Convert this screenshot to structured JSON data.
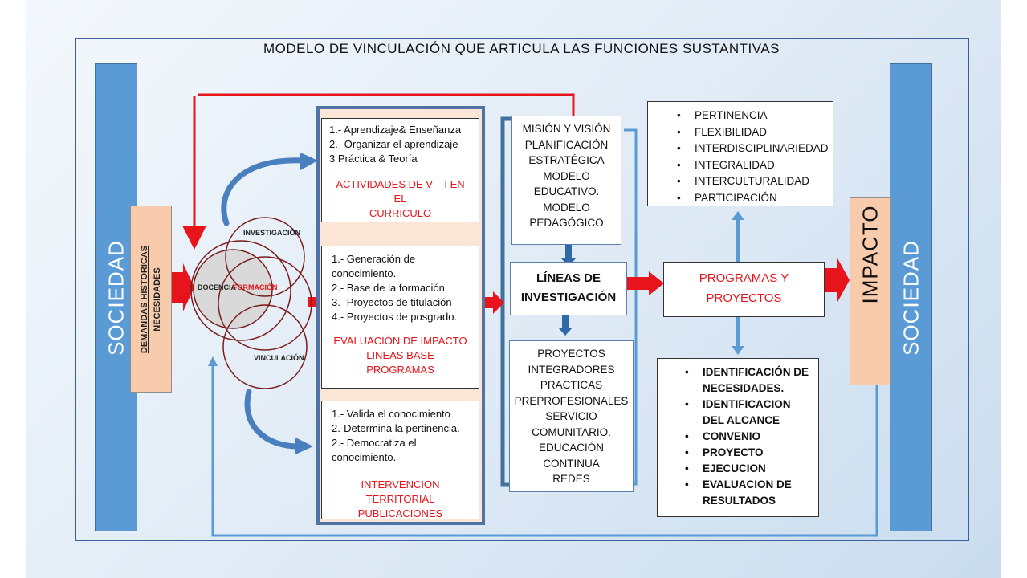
{
  "title": "MODELO DE VINCULACIÓN QUE ARTICULA LAS FUNCIONES SUSTANTIVAS",
  "left_sidebar": "SOCIEDAD",
  "right_sidebar": "SOCIEDAD",
  "demandas": [
    "DEMANDAS  HISTORICAS",
    "NECESIDADES"
  ],
  "circles": {
    "investigacion": "INVESTIGACIÓN",
    "docencia": "DOCENCIA",
    "formacion": "FORMACIÓN",
    "vinculacion": "VINCULACIÓN"
  },
  "box_actividades": {
    "items": [
      "1.- Aprendizaje& Enseñanza",
      "2.- Organizar el aprendizaje",
      "3 Práctica & Teoría"
    ],
    "red": [
      "ACTIVIDADES DE V – I  EN EL",
      "CURRICULO"
    ]
  },
  "box_evaluacion": {
    "items": [
      "1.- Generación de",
      "conocimiento.",
      "2.- Base de la formación",
      "3.- Proyectos de titulación",
      "4.- Proyectos de posgrado."
    ],
    "red": [
      "EVALUACIÓN DE IMPACTO",
      "LINEAS BASE PROGRAMAS"
    ]
  },
  "box_intervencion": {
    "items": [
      "1.- Valida el conocimiento",
      "2.-Determina la pertinencia.",
      "2.- Democratiza el",
      "conocimiento."
    ],
    "red": [
      "INTERVENCION TERRITORIAL",
      "PUBLICACIONES"
    ]
  },
  "box_mision": [
    "MISIÓN Y VISIÓN",
    "PLANIFICACIÓN",
    "ESTRATÉGICA",
    "MODELO",
    "EDUCATIVO.",
    "MODELO",
    "PEDAGÓGICO"
  ],
  "box_lineas": [
    "LÍNEAS DE",
    "INVESTIGACIÓN"
  ],
  "box_proyectos": [
    "PROYECTOS",
    "INTEGRADORES",
    "PRACTICAS",
    "PREPROFESIONALES",
    "SERVICIO",
    "COMUNITARIO.",
    "EDUCACIÓN",
    "CONTINUA",
    "REDES"
  ],
  "box_principios": [
    "PERTINENCIA",
    "FLEXIBILIDAD",
    "INTERDISCIPLINARIEDAD",
    "INTEGRALIDAD",
    "INTERCULTURALIDAD",
    "PARTICIPACIÓN"
  ],
  "box_programas": [
    "PROGRAMAS Y",
    "PROYECTOS"
  ],
  "box_pasos": [
    "IDENTIFICACIÓN DE",
    "NECESIDADES.",
    "IDENTIFICACION",
    "DEL ALCANCE",
    "CONVENIO",
    "PROYECTO",
    "EJECUCION",
    "EVALUACION DE",
    "RESULTADOS"
  ],
  "impacto": "IMPACTO",
  "colors": {
    "sidebar_blue": "#5b9bd5",
    "peach": "#f8cbad",
    "red": "#e8141b",
    "circle_dark_red": "#7b1c1c"
  }
}
